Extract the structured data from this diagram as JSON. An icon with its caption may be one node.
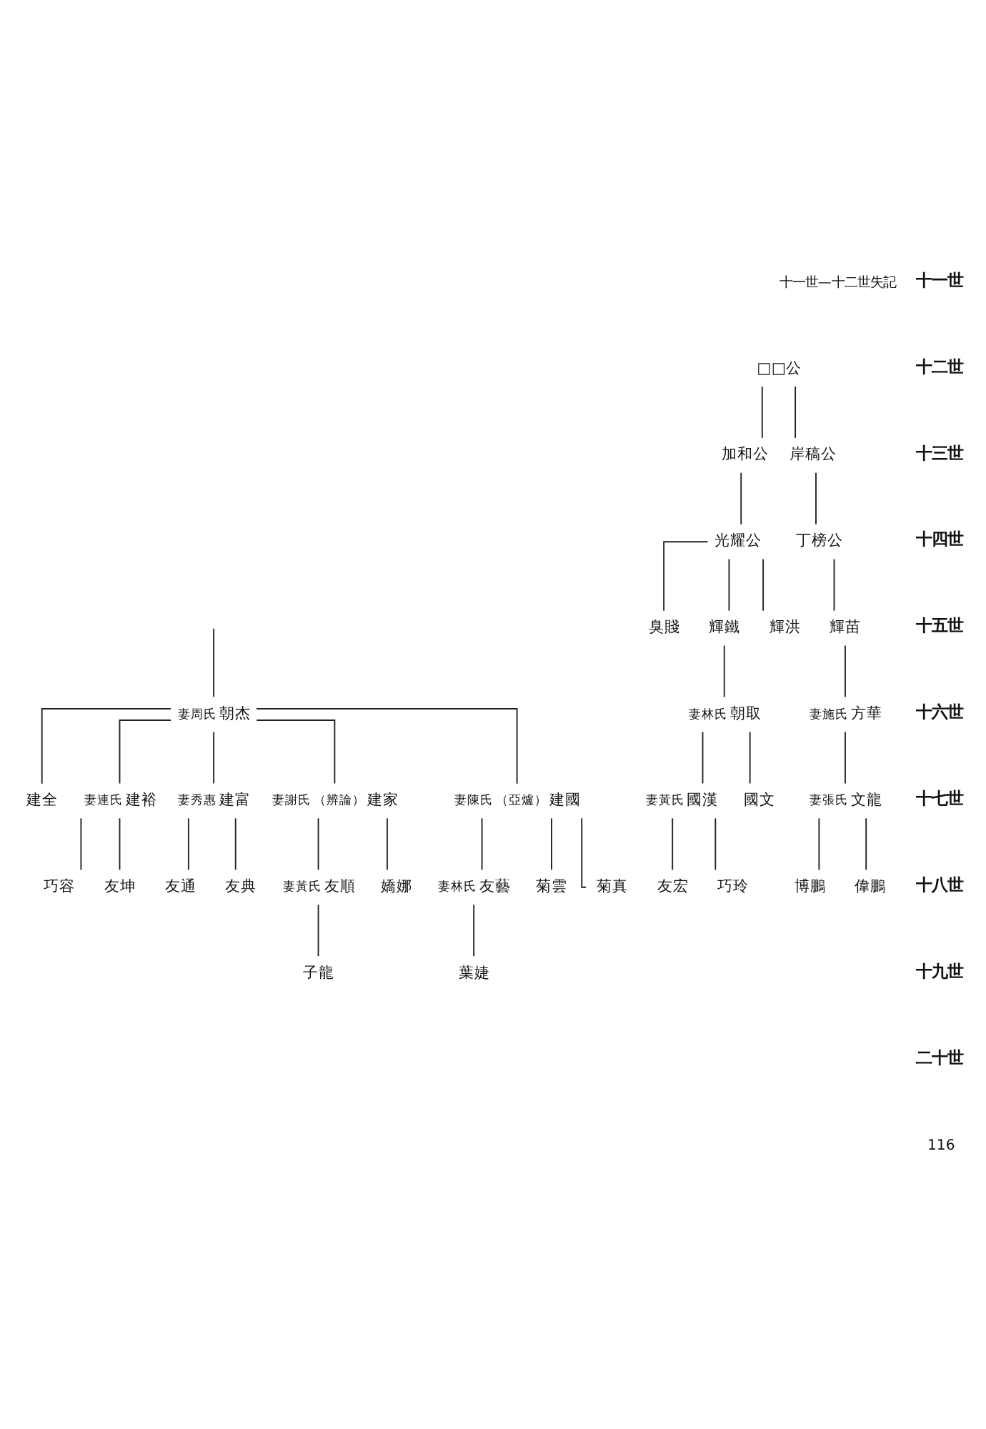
{
  "diagram": {
    "nodes": [
      {
        "text": [
          "□□公"
        ]
      },
      {
        "text": [
          "岸稿公"
        ]
      },
      {
        "text": [
          "加和公"
        ]
      },
      {
        "text": [
          "丁榜公"
        ]
      },
      {
        "text": [
          "光耀公"
        ]
      },
      {
        "text": [
          "輝苗"
        ]
      },
      {
        "text": [
          "輝洪"
        ]
      },
      {
        "text": [
          "輝鐵"
        ]
      },
      {
        "text": [
          "臭賤"
        ]
      },
      {
        "text": [
          "方華"
        ],
        "beside": [
          "妻施氏"
        ]
      },
      {
        "text": [
          "朝取"
        ],
        "beside": [
          "妻林氏"
        ]
      },
      {
        "text": [
          "朝杰"
        ],
        "beside": [
          "妻周氏"
        ]
      },
      {
        "text": [
          "文龍"
        ],
        "beside": [
          "妻張氏"
        ]
      },
      {
        "text": [
          "國文"
        ]
      },
      {
        "text": [
          "國漢"
        ],
        "beside": [
          "妻黃氏"
        ]
      },
      {
        "text": [
          "建國"
        ],
        "beside": [
          "（亞爐）",
          "妻陳氏"
        ]
      },
      {
        "text": [
          "建家"
        ],
        "beside": [
          "（辨論）",
          "妻謝氏"
        ]
      },
      {
        "text": [
          "建富"
        ],
        "beside": [
          "妻秀惠"
        ]
      },
      {
        "text": [
          "建裕"
        ],
        "beside": [
          "妻連氏"
        ]
      },
      {
        "text": [
          "建全"
        ]
      },
      {
        "text": [
          "偉鵬"
        ]
      },
      {
        "text": [
          "博鵬"
        ]
      },
      {
        "text": [
          "巧玲"
        ]
      },
      {
        "text": [
          "友宏"
        ]
      },
      {
        "text": [
          "菊真"
        ]
      },
      {
        "text": [
          "菊雲"
        ]
      },
      {
        "text": [
          "友藝"
        ],
        "beside": [
          "妻林氏"
        ]
      },
      {
        "text": [
          "嬌娜"
        ]
      },
      {
        "text": [
          "友順"
        ],
        "beside": [
          "妻黃氏"
        ]
      },
      {
        "text": [
          "友典"
        ]
      },
      {
        "text": [
          "友通"
        ]
      },
      {
        "text": [
          "友坤"
        ]
      },
      {
        "text": [
          "巧容"
        ]
      },
      {
        "text": [
          "葉婕"
        ]
      },
      {
        "text": [
          "子龍"
        ]
      }
    ],
    "edges": [
      {
        "from": 0,
        "to": 2,
        "arrow": "none"
      },
      {
        "from": 0,
        "to": 1,
        "arrow": "none"
      },
      {
        "from": 2,
        "to": 4,
        "arrow": "none"
      },
      {
        "from": 1,
        "to": 3,
        "arrow": "none"
      },
      {
        "from": 4,
        "to": 8,
        "arrow": "none"
      },
      {
        "from": 4,
        "to": 7,
        "arrow": "none"
      },
      {
        "from": 4,
        "to": 6,
        "arrow": "none"
      },
      {
        "from": 3,
        "to": 5,
        "arrow": "none"
      },
      {
        "from": null,
        "to": 11,
        "arrow": "none"
      },
      {
        "from": 7,
        "to": 10,
        "arrow": "none"
      },
      {
        "from": 5,
        "to": 9,
        "arrow": "none"
      },
      {
        "from": 11,
        "to": 19,
        "arrow": "none"
      },
      {
        "from": 11,
        "to": 18,
        "arrow": "none"
      },
      {
        "from": 11,
        "to": 17,
        "arrow": "none"
      },
      {
        "from": 11,
        "to": 16,
        "arrow": "none"
      },
      {
        "from": 11,
        "to": 15,
        "arrow": "none"
      },
      {
        "from": 10,
        "to": 14,
        "arrow": "none"
      },
      {
        "from": 10,
        "to": 13,
        "arrow": "none"
      },
      {
        "from": 9,
        "to": 12,
        "arrow": "none"
      },
      {
        "from": 18,
        "to": 32,
        "arrow": "none"
      },
      {
        "from": 18,
        "to": 31,
        "arrow": "none"
      },
      {
        "from": 17,
        "to": 30,
        "arrow": "none"
      },
      {
        "from": 17,
        "to": 29,
        "arrow": "none"
      },
      {
        "from": 16,
        "to": 28,
        "arrow": "none"
      },
      {
        "from": 16,
        "to": 27,
        "arrow": "none"
      },
      {
        "from": 15,
        "to": 26,
        "arrow": "none"
      },
      {
        "from": 15,
        "to": 25,
        "arrow": "none"
      },
      {
        "from": 15,
        "to": 24,
        "arrow": "none"
      },
      {
        "from": 14,
        "to": 23,
        "arrow": "none"
      },
      {
        "from": 14,
        "to": 22,
        "arrow": "none"
      },
      {
        "from": 12,
        "to": 21,
        "arrow": "none"
      },
      {
        "from": 12,
        "to": 20,
        "arrow": "none"
      },
      {
        "from": 28,
        "to": 34,
        "arrow": "none"
      },
      {
        "from": 26,
        "to": 33,
        "arrow": "none"
      }
    ],
    "labels": [
      "十一世",
      "十二世",
      "十三世",
      "十四世",
      "十五世",
      "十六世",
      "十七世",
      "十八世",
      "十九世",
      "二十世",
      "十一世—十二世失記",
      "116"
    ]
  }
}
